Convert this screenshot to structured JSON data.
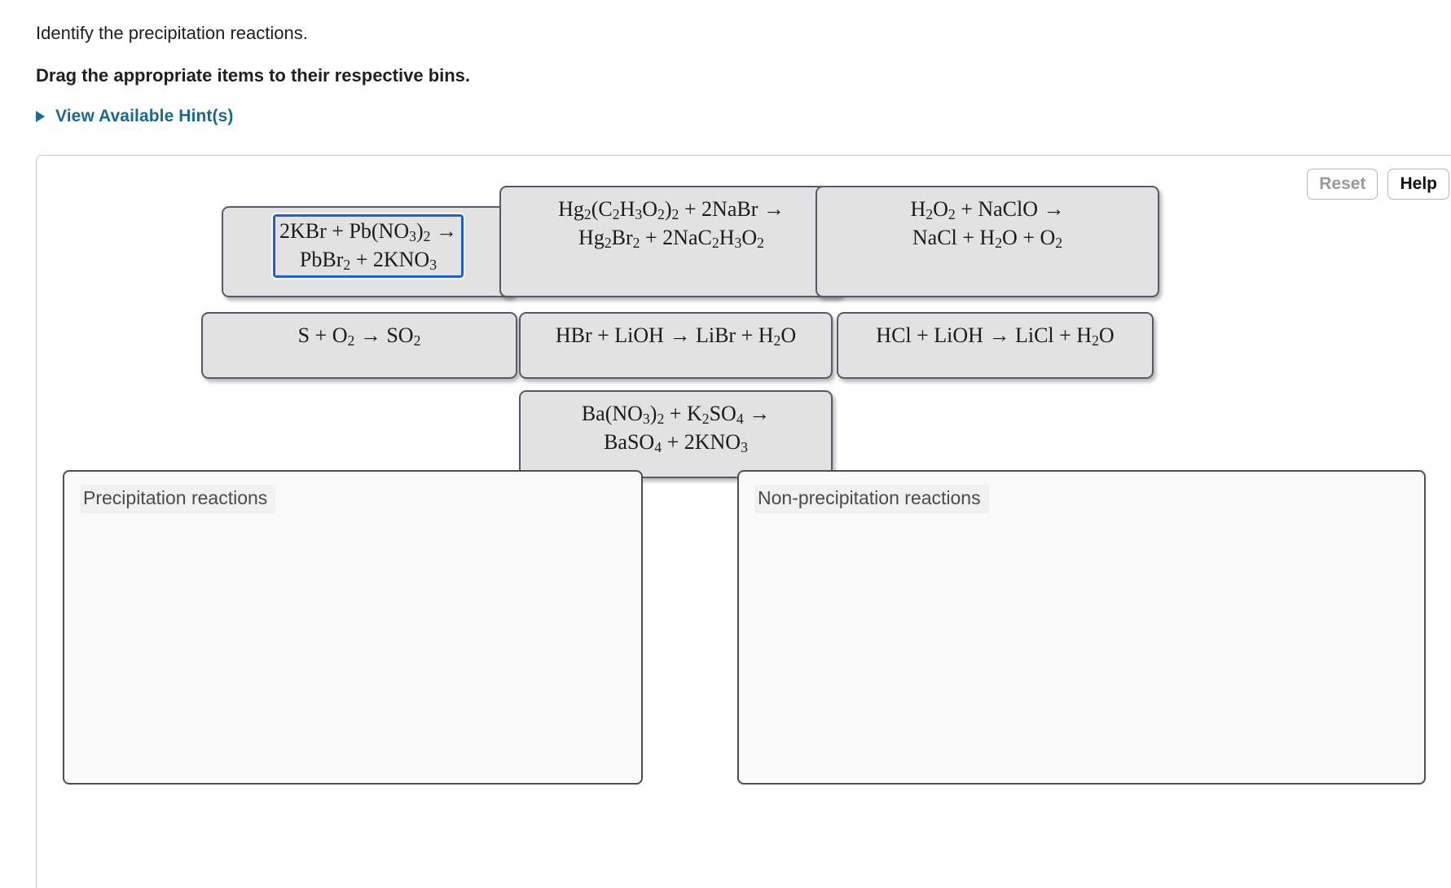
{
  "prompt": {
    "question": "Identify the precipitation reactions.",
    "instruction": "Drag the appropriate items to their respective bins.",
    "hints_label": "View Available Hint(s)"
  },
  "toolbar": {
    "reset_label": "Reset",
    "help_label": "Help"
  },
  "colors": {
    "link_blue": "#19688f",
    "selection_blue": "#1f5fd0",
    "tile_fill": "#e2e2e2",
    "tile_border": "#575a66",
    "bin_fill": "#fafafa",
    "bin_border": "#4c4f58"
  },
  "tiles": [
    {
      "id": "tile-2kbr-pbno3",
      "name": "tile-2kbr-pb-no3-2",
      "line1": "2KBr + Pb(NO3)2 →",
      "line2": "PbBr2 + 2KNO3",
      "selected": true
    },
    {
      "id": "tile-hg2c2h3o2-nabr",
      "name": "tile-hg2-c2h3o2-2-nabr",
      "line1": "Hg2(C2H3O2)2 + 2NaBr →",
      "line2": "Hg2Br2 + 2NaC2H3O2",
      "selected": false
    },
    {
      "id": "tile-h2o2-naclo",
      "name": "tile-h2o2-naclo",
      "line1": "H2O2 + NaClO →",
      "line2": "NaCl + H2O + O2",
      "selected": false
    },
    {
      "id": "tile-s-o2",
      "name": "tile-s-o2-so2",
      "line1": "S + O2 → SO2",
      "line2": "",
      "selected": false
    },
    {
      "id": "tile-hbr-lioh",
      "name": "tile-hbr-lioh-libr-h2o",
      "line1": "HBr + LiOH → LiBr + H2O",
      "line2": "",
      "selected": false
    },
    {
      "id": "tile-hcl-lioh",
      "name": "tile-hcl-lioh-licl-h2o",
      "line1": "HCl + LiOH → LiCl + H2O",
      "line2": "",
      "selected": false
    },
    {
      "id": "tile-bano3-k2so4",
      "name": "tile-ba-no3-2-k2so4",
      "line1": "Ba(NO3)2 + K2SO4 →",
      "line2": "BaSO4 + 2KNO3",
      "selected": false
    }
  ],
  "bins": [
    {
      "id": "bin-precipitation",
      "label": "Precipitation reactions",
      "items": []
    },
    {
      "id": "bin-non-precipitation",
      "label": "Non-precipitation reactions",
      "items": []
    }
  ]
}
